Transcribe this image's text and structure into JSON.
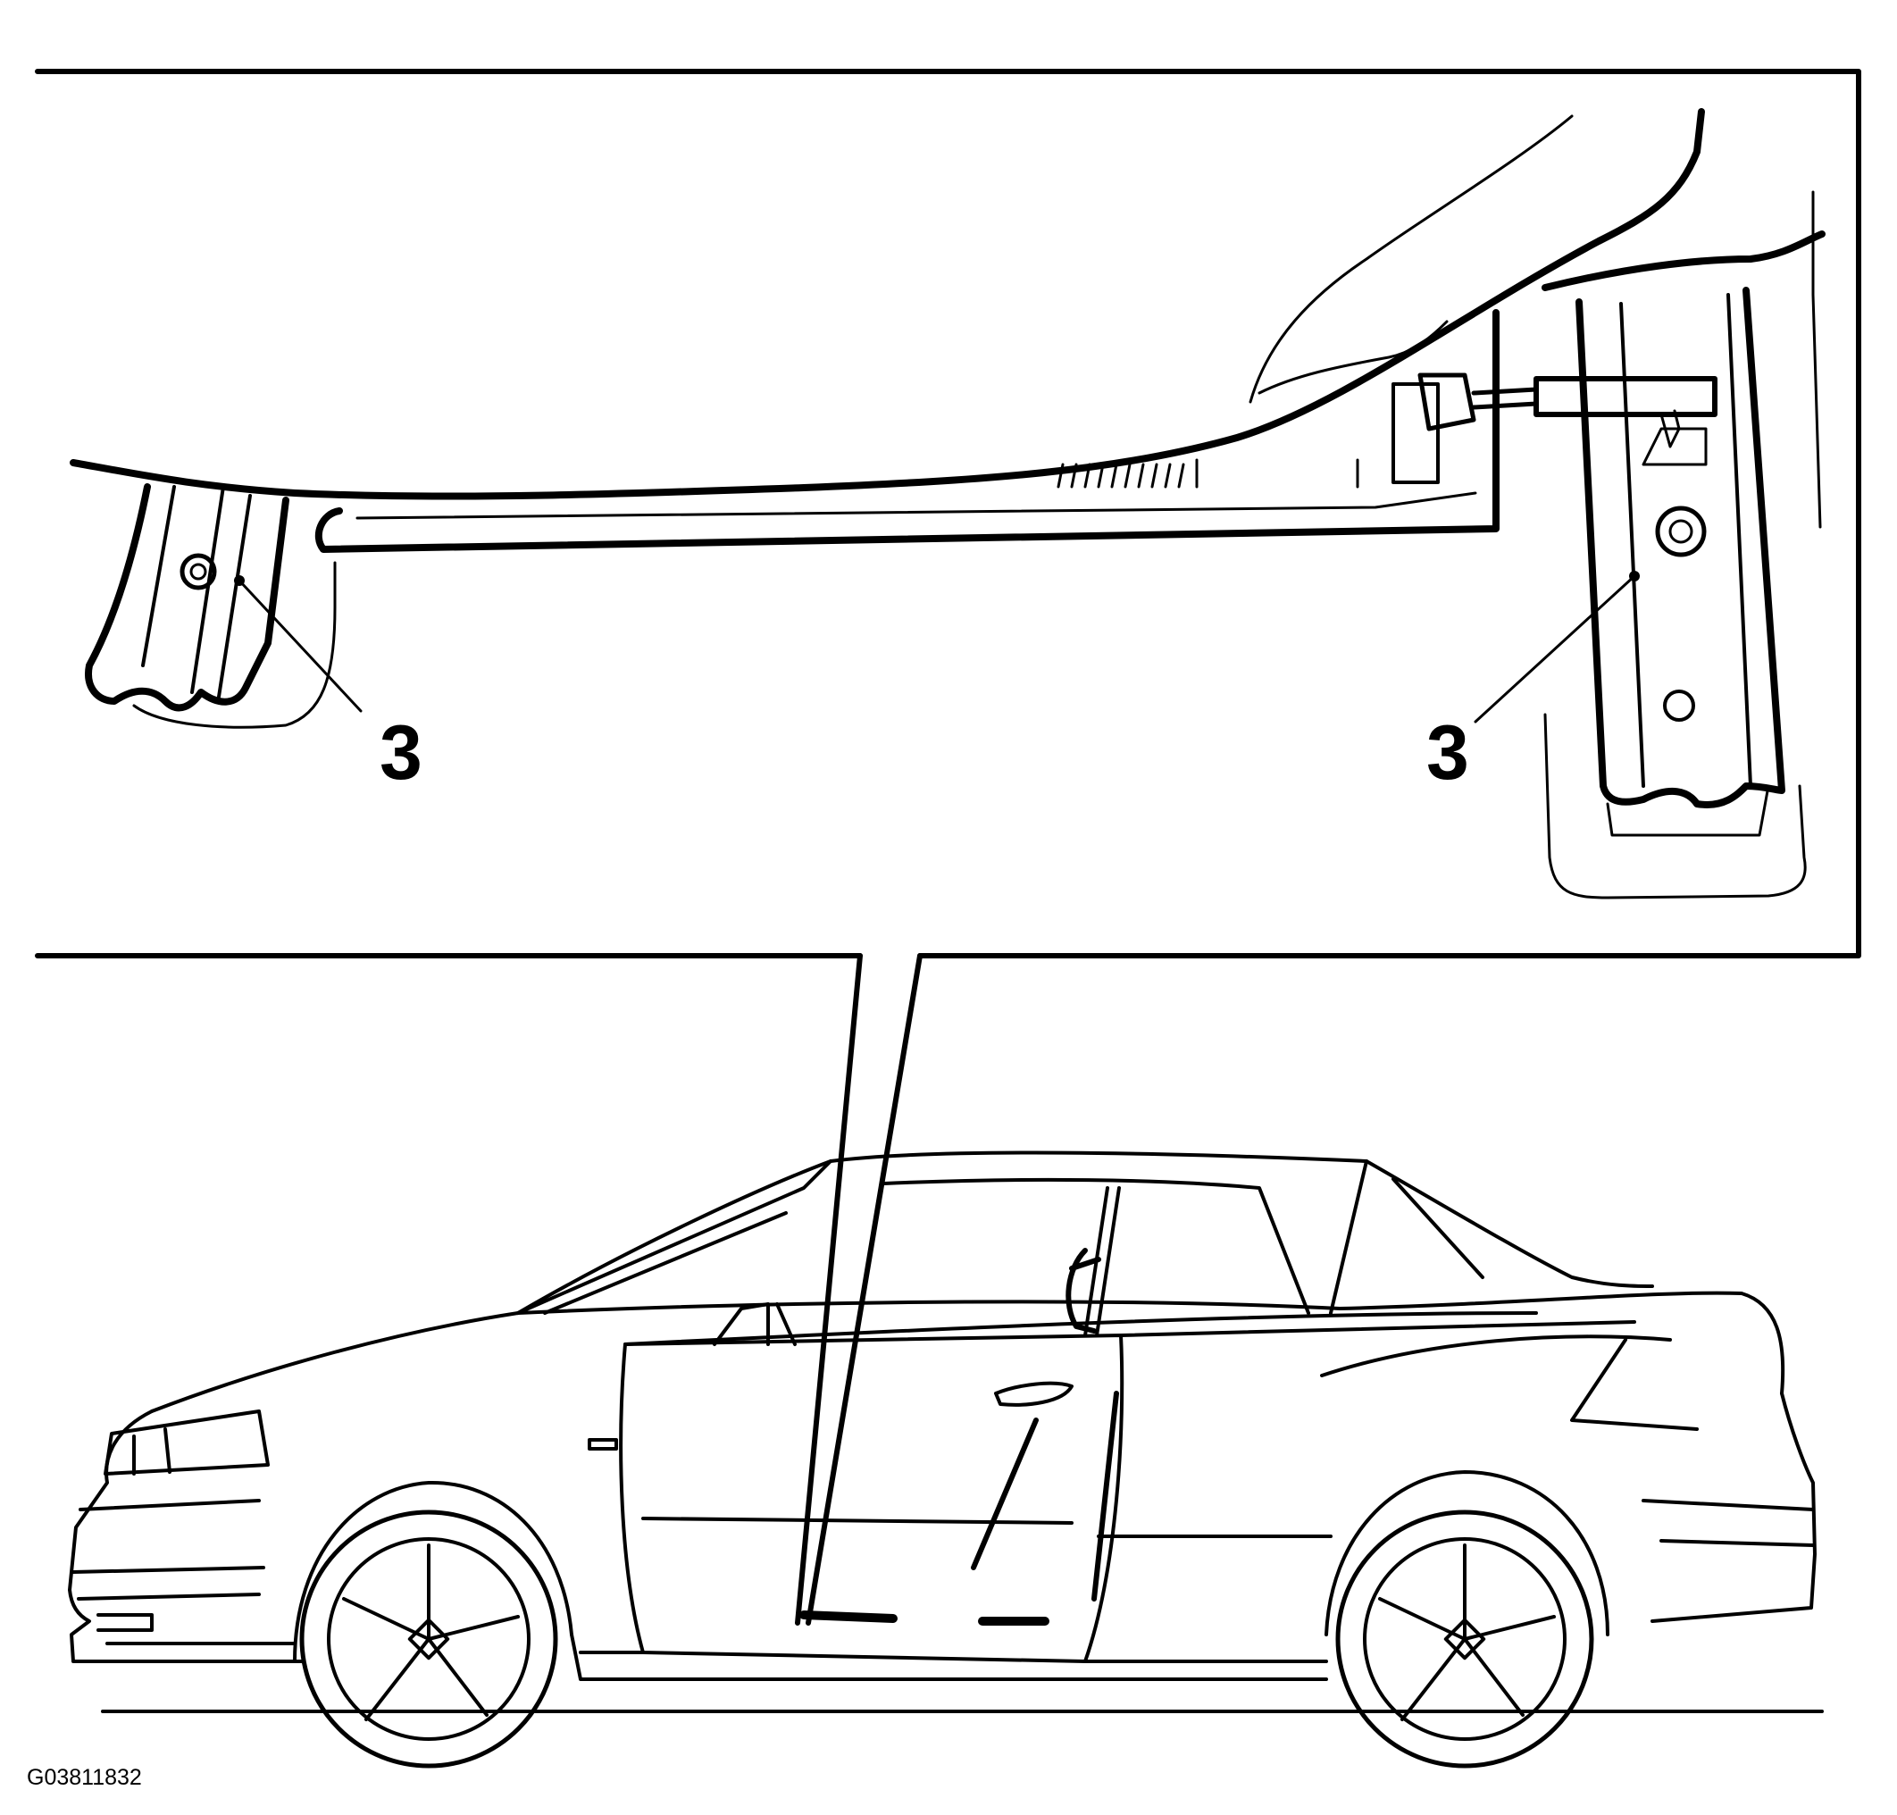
{
  "callouts": [
    {
      "label": "3"
    },
    {
      "label": "3"
    }
  ],
  "figure_id": "G03811832",
  "colors": {
    "line": "#000000",
    "background": "#ffffff"
  }
}
